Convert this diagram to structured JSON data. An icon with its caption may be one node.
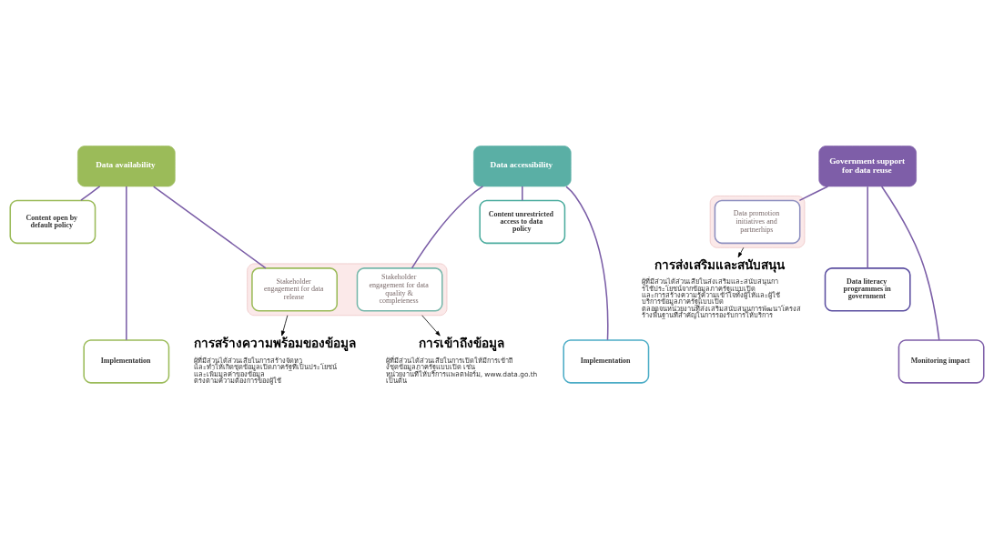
{
  "diagram": {
    "nodes": [
      {
        "text": [
          "Data availability"
        ]
      },
      {
        "text": [
          "Content open by default policy"
        ]
      },
      {
        "text": [],
        "shape": "box"
      },
      {
        "text": [
          "Stakeholder engagement for data release"
        ],
        "in": 2
      },
      {
        "text": [
          "Implementation"
        ]
      },
      {
        "text": [
          "Data accessibility"
        ]
      },
      {
        "text": [
          "Content unrestricted access to data policy"
        ]
      },
      {
        "text": [
          "Stakeholder engagement for data quality & completeness"
        ],
        "in": 2
      },
      {
        "text": [
          "Implementation"
        ]
      },
      {
        "text": [
          "Government support for data reuse"
        ]
      },
      {
        "text": [],
        "shape": "box"
      },
      {
        "text": [
          "Data promotion initiatives and partnerhips"
        ],
        "in": 10
      },
      {
        "text": [
          "Data literacy programmes in government"
        ]
      },
      {
        "text": [
          "Monitoring impact"
        ]
      },
      {
        "text": [
          "การสร้างความพร้อมของข้อมูล",
          "ผู้ที่มีส่วนได้ส่วนเสียในการสร้างจัดหา และทำให้เกิดชุดข้อมูลเปิดภาครัฐที่เป็นประโยชน์และเพิ่มมูลค่าของข้อมูล ตรงตามความต้องการของผู้ใช้"
        ]
      },
      {
        "text": [
          "การเข้าถึงข้อมูล",
          "ผู้ที่มีส่วนได้ส่วนเสียในการเปิดให้มีการเข้าถึงชุดข้อมูลภาครัฐแบบเปิด เช่น หน่วยงานที่ให้บริการแพลตฟอร์ม, www.data.go.th เป็นต้น"
        ]
      },
      {
        "text": [
          "การส่งเสริมและสนับสนุน",
          "ผู้ที่มีส่วนได้ส่วนเสียในส่งเสริมและสนับสนุนการใช้ประโยชน์จากข้อมูลภาครัฐแบบเปิด และการสร้างความรู้ความเข้าใจทั้งผู้ให้และผู้ใช้บริการข้อมูลภาครัฐแบบเปิด ตลอดจนหน่วยงานที่ส่งเสริมสนับสนุนการพัฒนาโครงสร้างพื้นฐานที่สำคัญในการรองรับการให้บริการ"
        ]
      }
    ],
    "edges": [
      {
        "from": 0,
        "to": 1,
        "arrow": "none"
      },
      {
        "from": 0,
        "to": 3,
        "arrow": "none"
      },
      {
        "from": 0,
        "to": 4,
        "arrow": "none"
      },
      {
        "from": 5,
        "to": 6,
        "arrow": "none"
      },
      {
        "from": 5,
        "to": 7,
        "arrow": "none"
      },
      {
        "from": 5,
        "to": 8,
        "arrow": "none"
      },
      {
        "from": 9,
        "to": 11,
        "arrow": "none"
      },
      {
        "from": 9,
        "to": 12,
        "arrow": "none"
      },
      {
        "from": 9,
        "to": 13,
        "arrow": "none"
      },
      {
        "from": 2,
        "to": 14,
        "arrow": "to",
        "color": "#000000"
      },
      {
        "from": 2,
        "to": 15,
        "arrow": "to",
        "color": "#000000"
      },
      {
        "from": 10,
        "to": 16,
        "arrow": "to",
        "color": "#000000"
      }
    ]
  }
}
